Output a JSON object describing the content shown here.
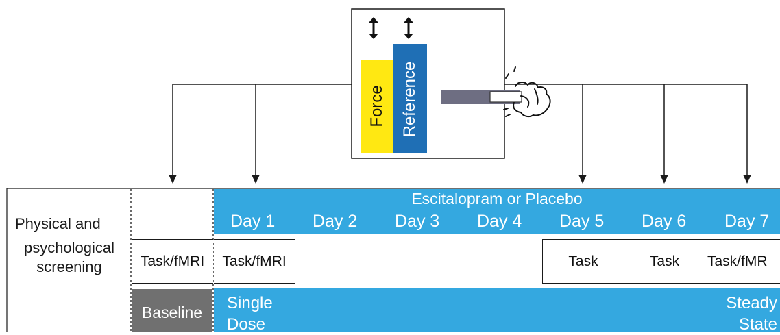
{
  "screening": {
    "lines": [
      "Physical and",
      "psychological",
      "screening"
    ]
  },
  "header": {
    "title": "Escitalopram or Placebo",
    "days": [
      "Day 1",
      "Day 2",
      "Day 3",
      "Day 4",
      "Day 5",
      "Day 6",
      "Day 7"
    ]
  },
  "sessions": {
    "baseline_task": "Task/fMRI",
    "day1": "Task/fMRI",
    "day5": "Task",
    "day6": "Task",
    "day7": "Task/fMR"
  },
  "phases": {
    "baseline": "Baseline",
    "single_dose": [
      "Single",
      "Dose"
    ],
    "steady_state": [
      "Steady",
      "State"
    ]
  },
  "inset": {
    "force_label": "Force",
    "reference_label": "Reference"
  },
  "colors": {
    "accent_blue": "#34a8e0",
    "baseline_gray": "#707070",
    "force_yellow": "#ffe812",
    "reference_blue": "#1f6fb5"
  }
}
